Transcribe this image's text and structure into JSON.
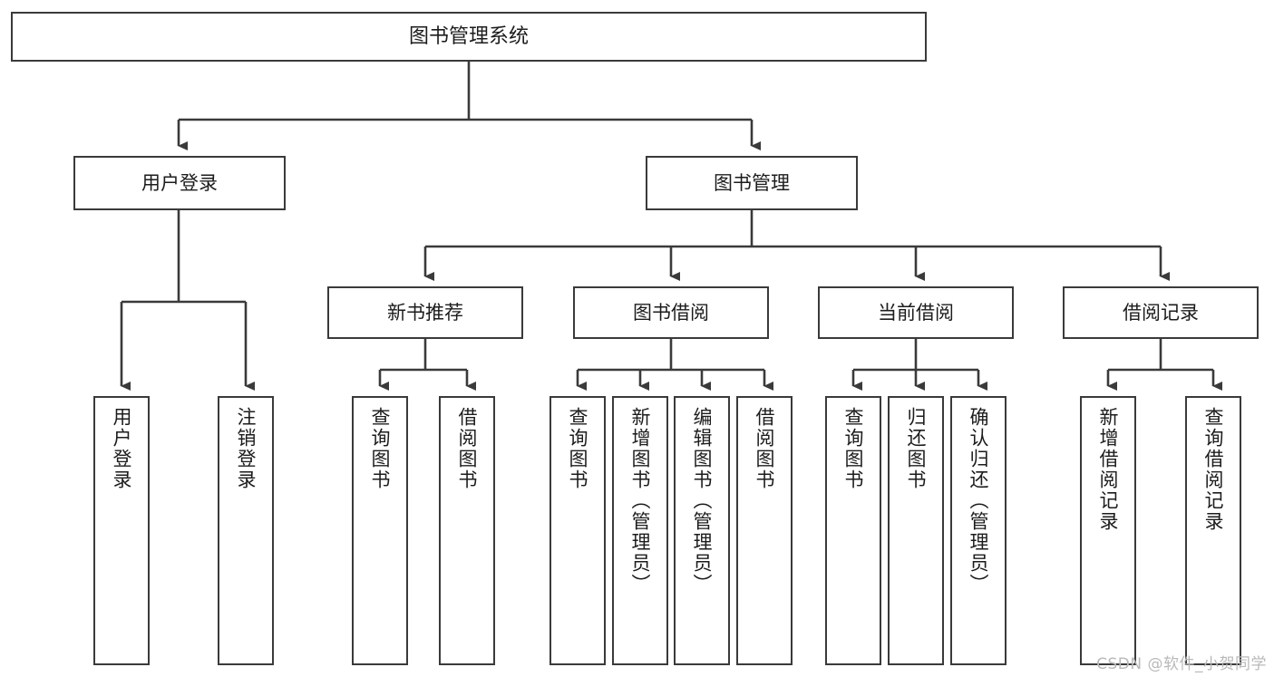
{
  "diagram": {
    "title": "图书管理系统",
    "type": "hierarchy-tree",
    "orientation": "top-down",
    "levels": 4,
    "root": {
      "label": "图书管理系统"
    },
    "level2": [
      {
        "label": "用户登录"
      },
      {
        "label": "图书管理"
      }
    ],
    "level3": [
      {
        "label": "新书推荐"
      },
      {
        "label": "图书借阅"
      },
      {
        "label": "当前借阅"
      },
      {
        "label": "借阅记录"
      }
    ],
    "leaves": {
      "user_login": [
        {
          "label": "用户登录"
        },
        {
          "label": "注销登录"
        }
      ],
      "new_book_recommend": [
        {
          "label": "查询图书"
        },
        {
          "label": "借阅图书"
        }
      ],
      "book_borrow": [
        {
          "label": "查询图书"
        },
        {
          "label": "新增图书（管理员）"
        },
        {
          "label": "编辑图书（管理员）"
        },
        {
          "label": "借阅图书"
        }
      ],
      "current_borrow": [
        {
          "label": "查询图书"
        },
        {
          "label": "归还图书"
        },
        {
          "label": "确认归还（管理员）"
        }
      ],
      "borrow_record": [
        {
          "label": "新增借阅记录"
        },
        {
          "label": "查询借阅记录"
        }
      ]
    }
  },
  "watermark": {
    "text": "CSDN @软件_小贺同学"
  },
  "colors": {
    "box_border": "#3a3a3a",
    "box_fill": "#ffffff",
    "line": "#3a3a3a",
    "text": "#1c1c1c",
    "watermark": "#b9b9b9",
    "background": "#ffffff"
  }
}
